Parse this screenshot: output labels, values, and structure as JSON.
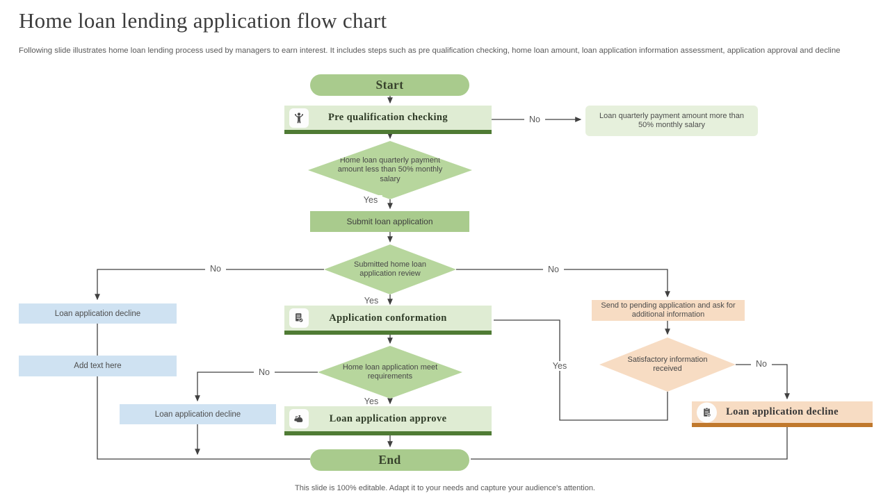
{
  "slide": {
    "title": "Home loan lending application flow chart",
    "subtitle": "Following slide illustrates home loan lending process used by managers to earn interest. It includes steps such as pre qualification checking, home loan amount, loan application information assessment, application approval and decline",
    "footer": "This slide is 100% editable. Adapt it to your needs and capture your audience's attention."
  },
  "flow": {
    "start": "Start",
    "pre_qualification": "Pre qualification checking",
    "quarterly_more_info": "Loan quarterly payment amount more than 50% monthly salary",
    "quarterly_less_decision": "Home loan quarterly payment amount less than 50% monthly salary",
    "submit_application": "Submit loan application",
    "review_decision": "Submitted home loan application review",
    "decline_left": "Loan application decline",
    "add_text": "Add text here",
    "application_conformation": "Application conformation",
    "send_pending": "Send to pending application and ask for additional information",
    "satisfactory_decision": "Satisfactory information received",
    "meet_requirements_decision": "Home loan application meet requirements",
    "decline_center": "Loan application decline",
    "application_approve": "Loan application approve",
    "decline_right": "Loan application decline",
    "end": "End"
  },
  "branch_labels": {
    "prequal_no": "No",
    "quarterly_yes": "Yes",
    "review_no_left": "No",
    "review_no_right": "No",
    "review_yes": "Yes",
    "satisfactory_yes": "Yes",
    "satisfactory_no": "No",
    "meet_no": "No",
    "meet_yes": "Yes"
  },
  "icons": {
    "pre_qualification": "winner-icon",
    "application_conformation": "document-check-icon",
    "application_approve": "money-bags-icon",
    "decline_right": "clipboard-reject-icon"
  },
  "colors": {
    "green_solid": "#a9cb8d",
    "green_light": "#dfecd3",
    "green_pale": "#e6f0dc",
    "green_dark": "#4f7b34",
    "diamond_green": "#b7d69d",
    "peach": "#f7dcc3",
    "orange_dark": "#c0782c",
    "blue_light": "#cfe2f2",
    "line": "#404040"
  }
}
